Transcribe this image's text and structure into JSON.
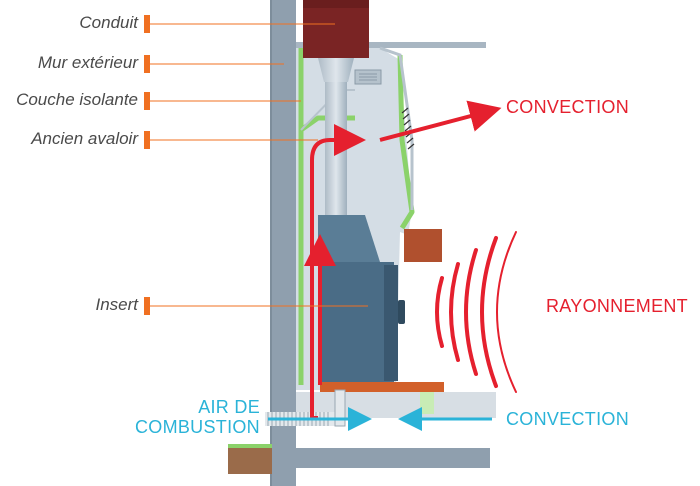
{
  "labels": {
    "conduit": "Conduit",
    "mur_exterieur": "Mur extérieur",
    "couche_isolante": "Couche isolante",
    "ancien_avaloir": "Ancien avaloir",
    "insert": "Insert"
  },
  "callouts": {
    "convection_top": "CONVECTION",
    "rayonnement": "RAYONNEMENT",
    "air_de": "AIR DE",
    "combustion": "COMBUSTION",
    "convection_bottom": "CONVECTION"
  },
  "colors": {
    "red_flow": "#e5202e",
    "blue_flow": "#2ab3d8",
    "marker_orange": "#f07021",
    "wall": "#8f9fae",
    "conduit": "#7a2424",
    "insulation": "#8bd26a",
    "insert_body": "#4a6c86",
    "brick": "#b0502e"
  },
  "icons": {
    "marker": "orange-bar-marker",
    "arrows": "flow-arrow"
  }
}
